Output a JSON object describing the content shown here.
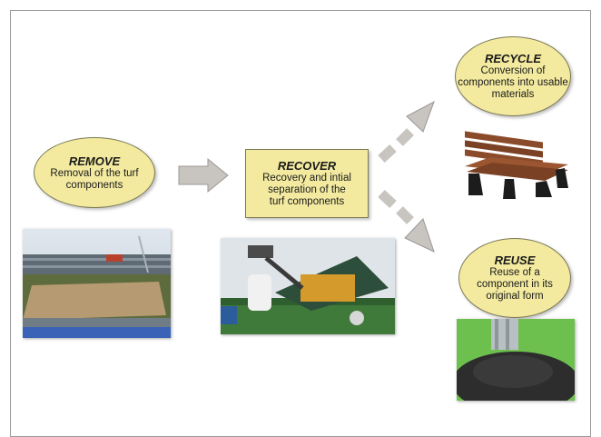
{
  "stages": {
    "remove": {
      "title": "REMOVE",
      "desc_line1": "Removal of the turf",
      "desc_line2": "components"
    },
    "recover": {
      "title": "RECOVER",
      "desc_line1": "Recovery and intial",
      "desc_line2": "separation of the",
      "desc_line3": "turf components"
    },
    "recycle": {
      "title": "RECYCLE",
      "desc_line1": "Conversion of",
      "desc_line2": "components into usable",
      "desc_line3": "materials"
    },
    "reuse": {
      "title": "REUSE",
      "desc_line1": "Reuse of a",
      "desc_line2": "component in its",
      "desc_line3": "original form"
    }
  },
  "colors": {
    "bubble_fill": "#f3eaa0",
    "bubble_border": "#7c7a55",
    "arrow_fill": "#c8c4c0",
    "arrow_stroke": "#9b9794"
  },
  "icons": [
    "stadium-photo",
    "turf-machine-photo",
    "bench-photo",
    "rubber-crumb-photo",
    "arrow-right",
    "arrow-up-right",
    "arrow-down-right"
  ]
}
